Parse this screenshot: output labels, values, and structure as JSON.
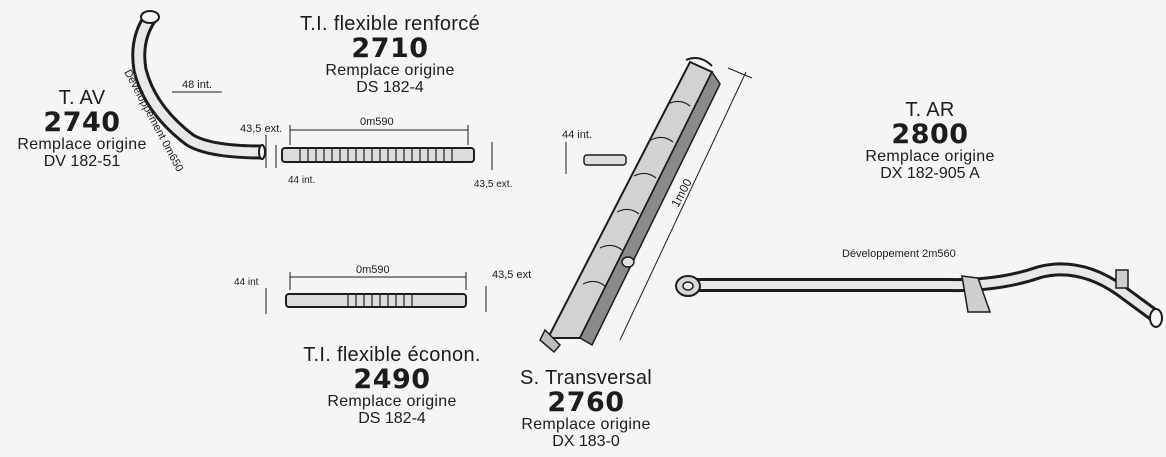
{
  "parts": {
    "tav": {
      "name": "T. AV",
      "code": "2740",
      "replace": "Remplace origine",
      "ref": "DV 182-51"
    },
    "ti_renforce": {
      "name": "T.I. flexible renforcé",
      "code": "2710",
      "replace": "Remplace origine",
      "ref": "DS 182-4"
    },
    "ti_econom": {
      "name": "T.I. flexible éconon.",
      "code": "2490",
      "replace": "Remplace origine",
      "ref": "DS 182-4"
    },
    "transversal": {
      "name": "S. Transversal",
      "code": "2760",
      "replace": "Remplace origine",
      "ref": "DX 183-0"
    },
    "tar": {
      "name": "T. AR",
      "code": "2800",
      "replace": "Remplace origine",
      "ref": "DX 182-905 A"
    }
  },
  "dimensions": {
    "tav_dev": "Développement 0m650",
    "tav_int": "48 int.",
    "tav_ext": "43,5 ext.",
    "ren_len": "0m590",
    "ren_int": "44 int.",
    "ren_ext": "43,5 ext.",
    "eco_len": "0m590",
    "eco_int": "44 int",
    "eco_ext": "43,5 ext",
    "trans_int": "44 int.",
    "trans_len": "1m00",
    "tar_dev": "Développement 2m560"
  }
}
